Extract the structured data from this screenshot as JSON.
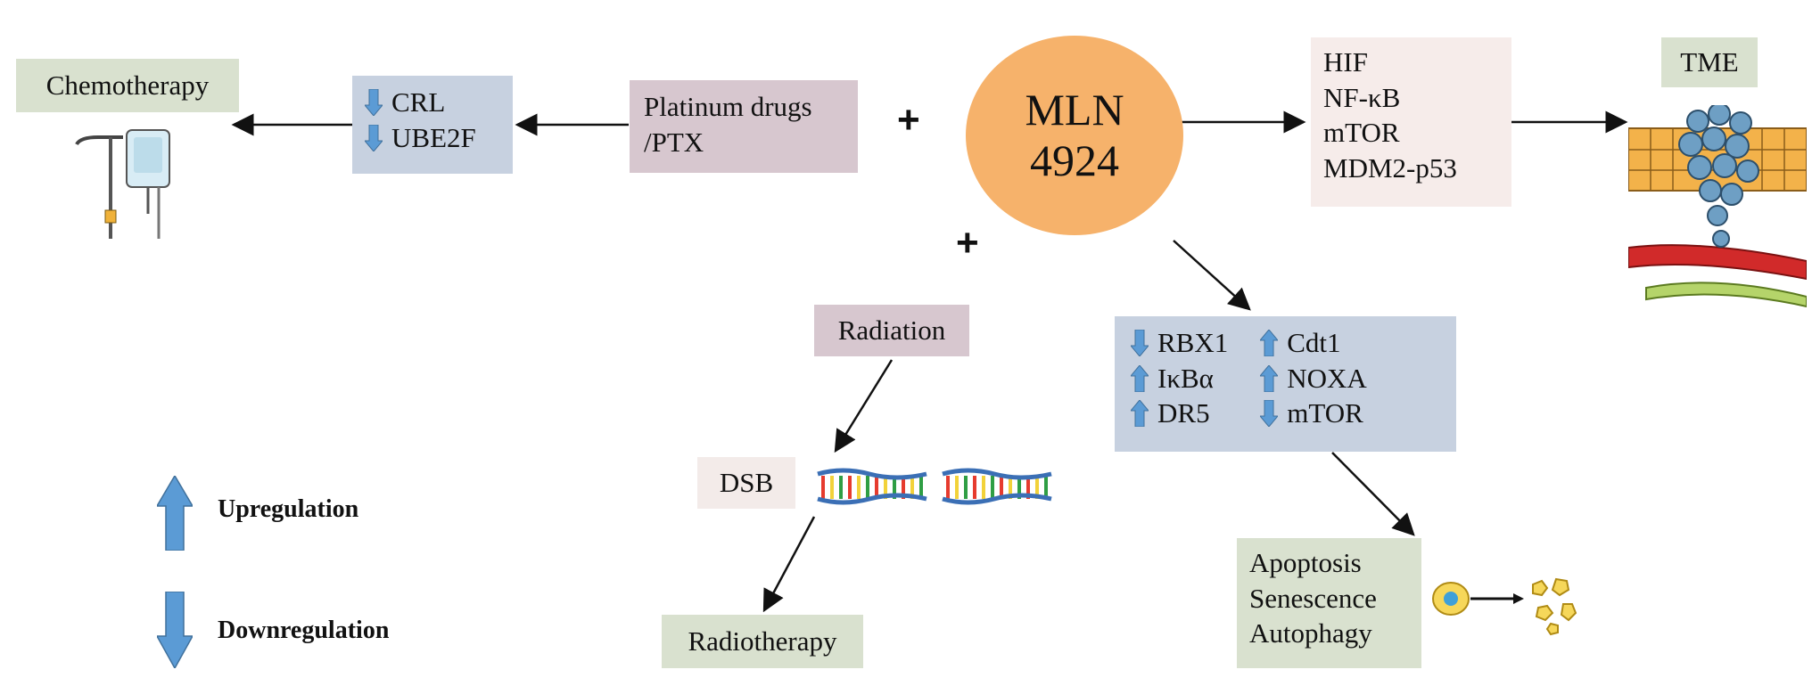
{
  "nodes": {
    "chemotherapy": "Chemotherapy",
    "crl_box": {
      "items": [
        {
          "dir": "down",
          "text": "CRL"
        },
        {
          "dir": "down",
          "text": "UBE2F"
        }
      ]
    },
    "platinum": [
      "Platinum drugs",
      "/PTX"
    ],
    "mln": [
      "MLN",
      "4924"
    ],
    "plus_top": "+",
    "plus_bottom": "+",
    "pathways": [
      "HIF",
      "NF-κB",
      "mTOR",
      "MDM2-p53"
    ],
    "tme": "TME",
    "radiation": "Radiation",
    "dsb": "DSB",
    "radiotherapy": "Radiotherapy",
    "targets_left": [
      {
        "dir": "down",
        "text": "RBX1"
      },
      {
        "dir": "up",
        "text": "IκBα"
      },
      {
        "dir": "up",
        "text": "DR5"
      }
    ],
    "targets_right": [
      {
        "dir": "up",
        "text": "Cdt1"
      },
      {
        "dir": "up",
        "text": "NOXA"
      },
      {
        "dir": "down",
        "text": "mTOR"
      }
    ],
    "outcomes": [
      "Apoptosis",
      "Senescence",
      "Autophagy"
    ]
  },
  "legend": {
    "up_label": "Upregulation",
    "down_label": "Downregulation"
  },
  "colors": {
    "arrow_fill": "#5b9bd5",
    "arrow_stroke": "#41719c",
    "mln_circle": "#f6b26b"
  },
  "icons": [
    "iv-drip-icon",
    "tumor-microenvironment-icon",
    "dna-double-helix-icon",
    "cell-apoptosis-icon"
  ]
}
